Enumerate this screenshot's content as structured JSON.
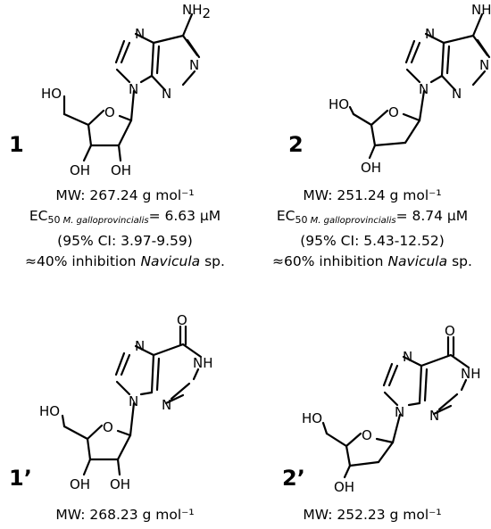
{
  "compounds": [
    {
      "label": "1",
      "mw": "MW: 267.24 g mol⁻¹",
      "ec_prefix": "EC",
      "ec_sub_num": "50",
      "ec_sub_species": "M. galloprovincialis",
      "ec_value": "= 6.63 µM",
      "ci": "(95% CI: 3.97-9.59)",
      "inhibition_prefix": "≈40% inhibition ",
      "inhibition_species": "Navicula",
      "inhibition_suffix": " sp."
    },
    {
      "label": "2",
      "mw": "MW: 251.24 g mol⁻¹",
      "ec_prefix": "EC",
      "ec_sub_num": "50",
      "ec_sub_species": "M. galloprovincialis",
      "ec_value": "= 8.74 µM",
      "ci": "(95% CI: 5.43-12.52)",
      "inhibition_prefix": "≈60% inhibition ",
      "inhibition_species": "Navicula",
      "inhibition_suffix": " sp."
    },
    {
      "label": "1’",
      "mw": "MW: 268.23 g mol⁻¹"
    },
    {
      "label": "2’",
      "mw": "MW: 252.23 g mol⁻¹"
    }
  ],
  "atoms": {
    "N": "N",
    "NH2_N": "NH",
    "NH2_sub": "2",
    "O": "O",
    "NH": "NH",
    "HO": "HO",
    "OH": "OH"
  }
}
